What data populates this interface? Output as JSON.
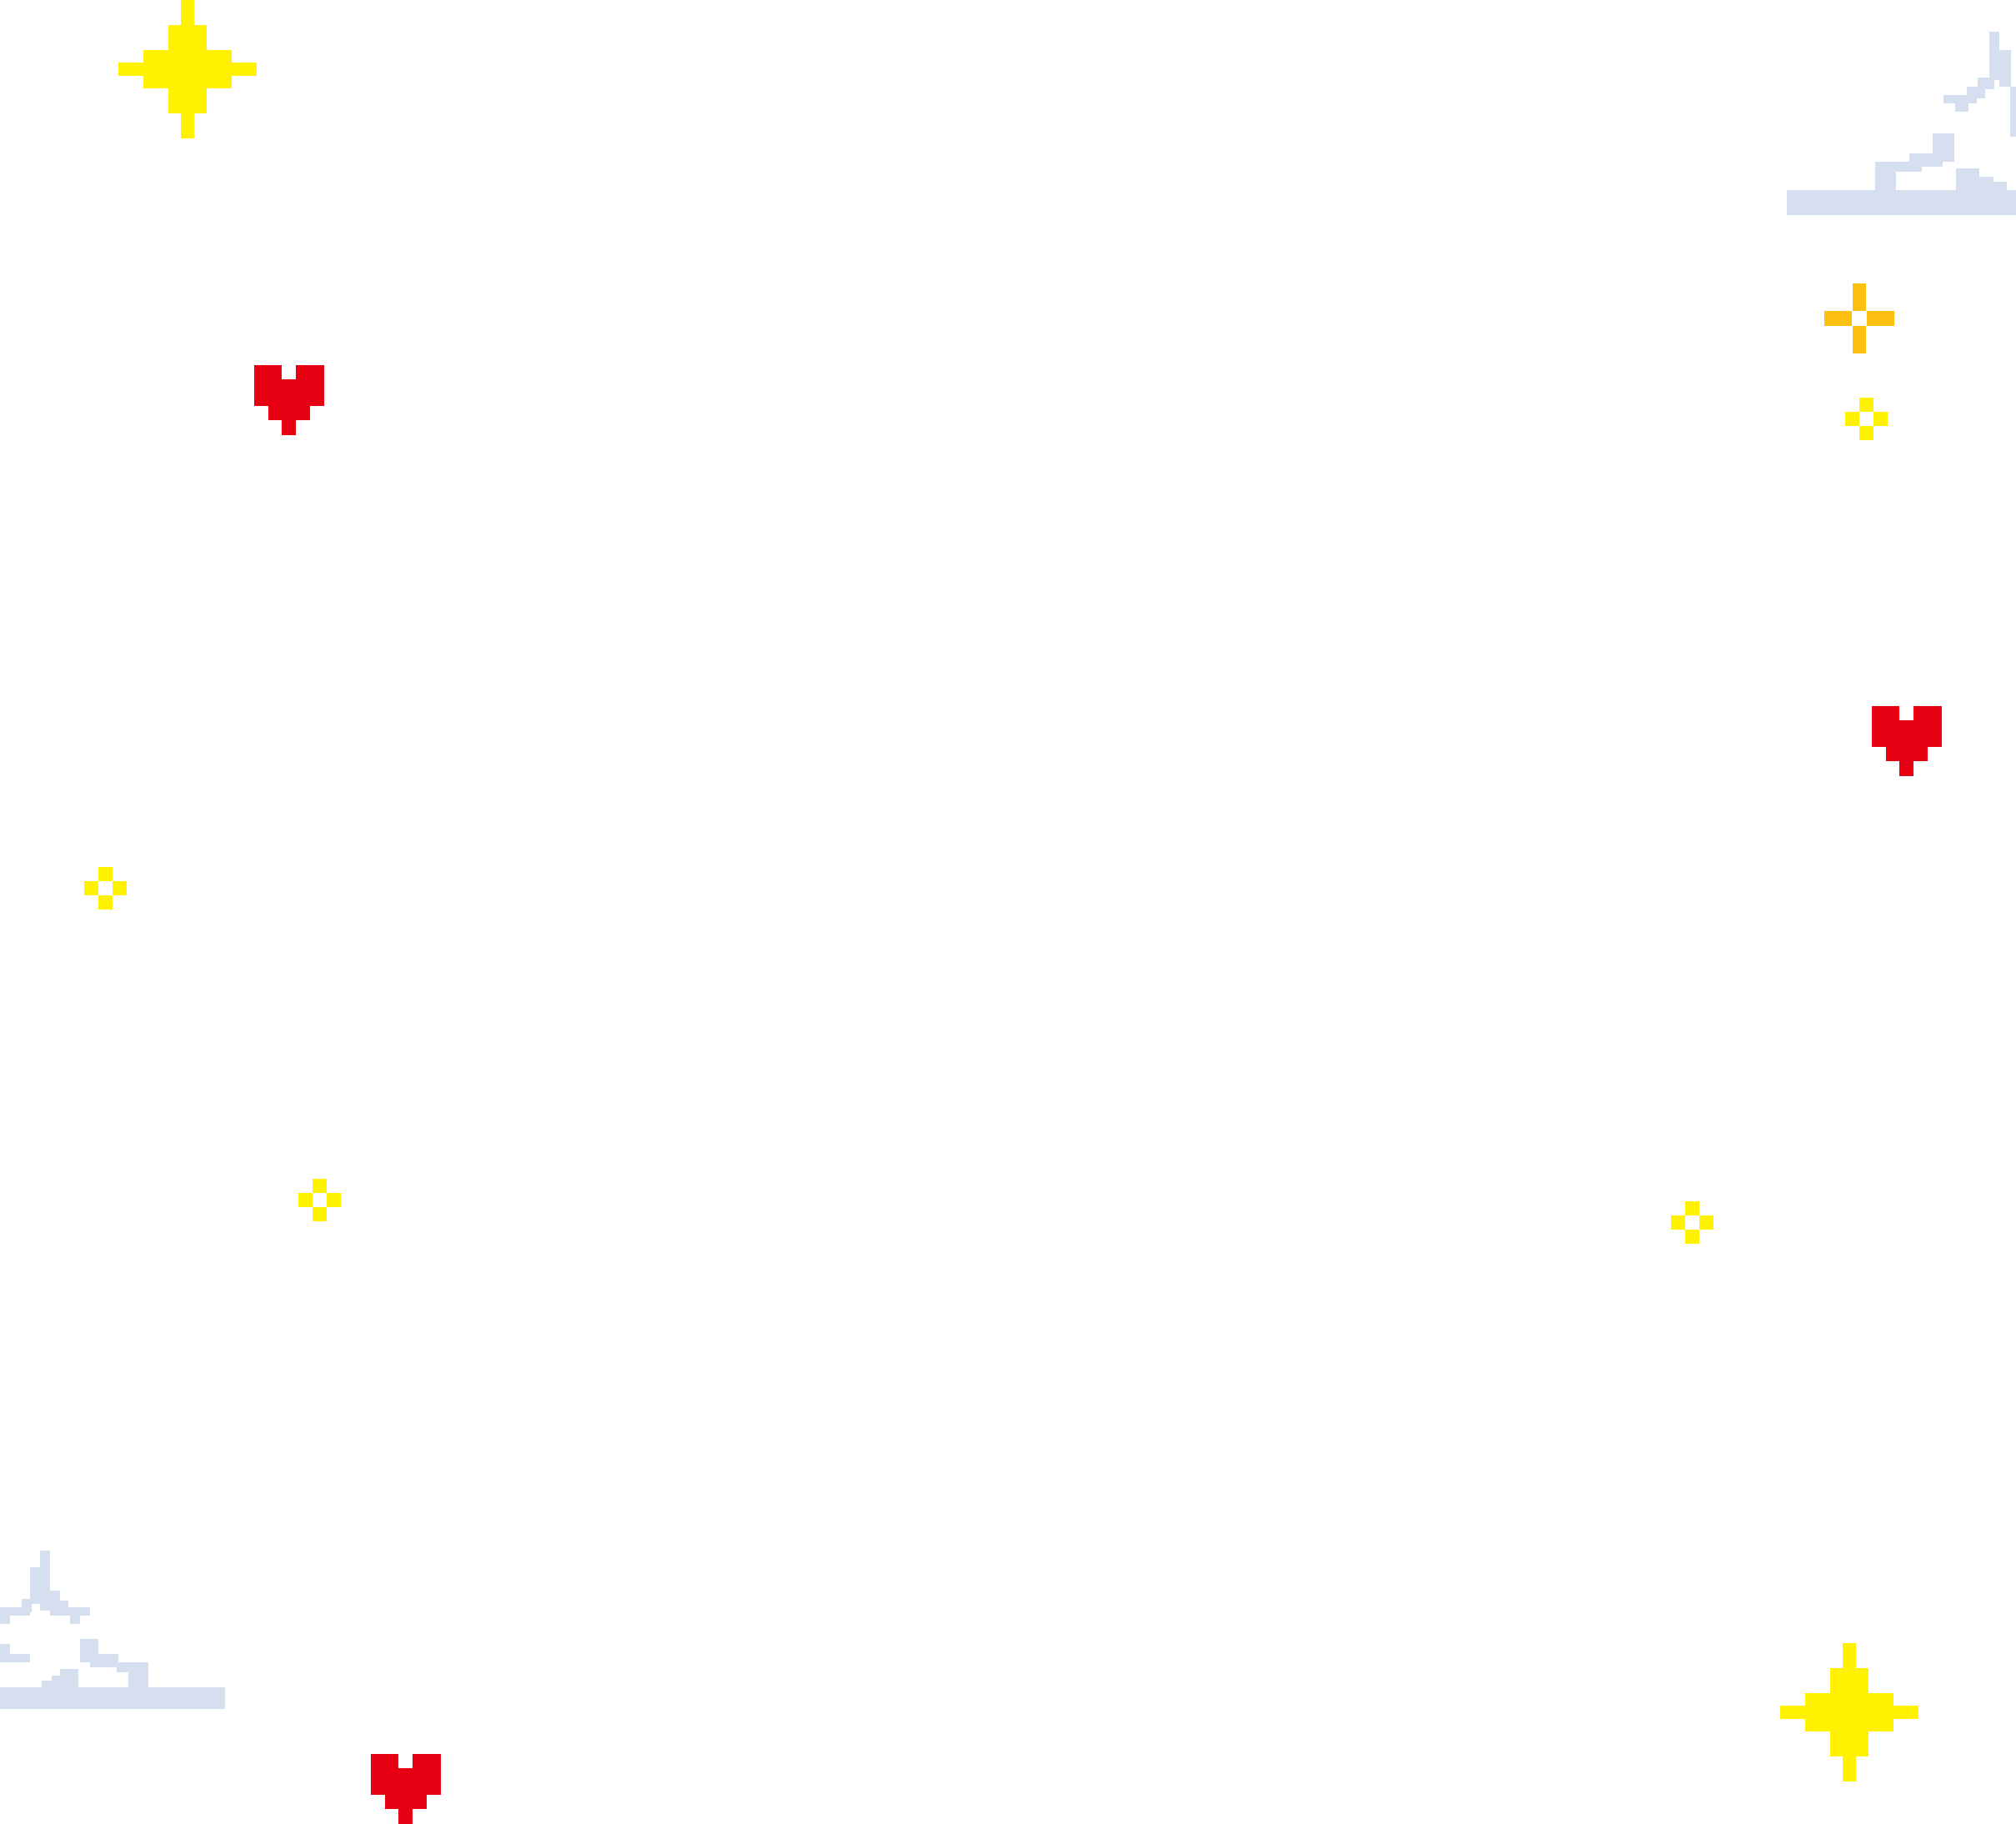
{
  "background": "#ffffff",
  "colors": {
    "heart": "#e60012",
    "sparkle_yellow": "#fff100",
    "sparkle_orange": "#fcc010",
    "cloud": "#d6dfef"
  },
  "decorations": [
    {
      "name": "large-sparkle-icon",
      "color": "sparkle_yellow"
    },
    {
      "name": "heart-icon",
      "color": "heart"
    },
    {
      "name": "cloud-icon",
      "color": "cloud"
    },
    {
      "name": "small-sparkle-icon",
      "color": "sparkle_orange"
    },
    {
      "name": "tiny-sparkle-icon",
      "color": "sparkle_yellow"
    }
  ]
}
